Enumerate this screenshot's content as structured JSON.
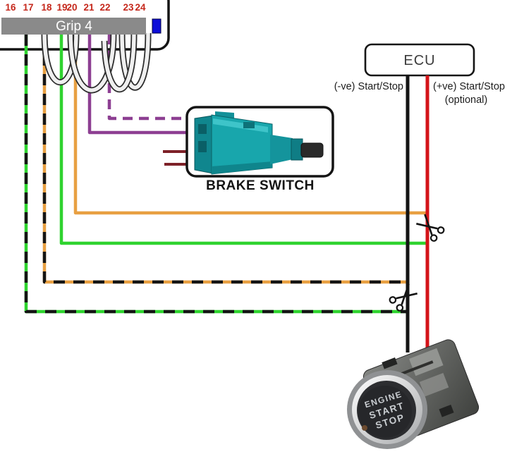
{
  "connector": {
    "label": "Grip 4",
    "pins": [
      "16",
      "17",
      "18",
      "19",
      "20",
      "21",
      "22",
      "23",
      "24"
    ]
  },
  "ecu": {
    "label": "ECU",
    "negative_wire_label": "(-ve) Start/Stop",
    "positive_wire_label": "(+ve) Start/Stop",
    "positive_wire_note": "(optional)"
  },
  "brake_switch": {
    "label": "BRAKE SWITCH"
  },
  "start_button": {
    "face_lines": [
      "ENGINE",
      "START",
      "STOP"
    ]
  },
  "icons": {
    "scissors_cut_marker": "✂"
  },
  "colors": {
    "wire_green": "#2fd32f",
    "wire_orange": "#e8a042",
    "wire_purple": "#8d3f92",
    "wire_maroon": "#7d2128",
    "wire_red": "#d41318",
    "wire_black": "#141414",
    "gray_bar": "#8a8a8a",
    "blue_key": "#0d0dd8",
    "pin_text": "#c5281c"
  }
}
